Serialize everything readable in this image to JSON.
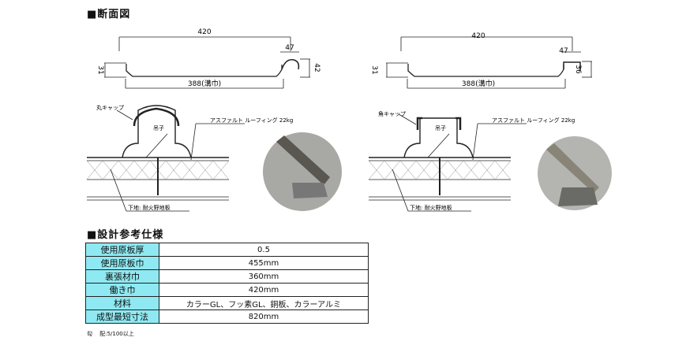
{
  "sections": {
    "section_title": "■断面図",
    "spec_title": "■設計参考仕様"
  },
  "left_diagram": {
    "width_total": "420",
    "cap_width": "47",
    "height_left": "31",
    "height_right": "42",
    "groove_width": "388(溝巾)",
    "cap_label": "丸キャップ",
    "hanger_label": "吊子",
    "roofing_label": "アスファルト ルーフィング 22kg",
    "base_label": "下地: 耐火野地板"
  },
  "right_diagram": {
    "width_total": "420",
    "cap_width": "47",
    "height_left": "31",
    "height_right": "36",
    "groove_width": "388(溝巾)",
    "cap_label": "角キャップ",
    "hanger_label": "吊子",
    "roofing_label": "アスファルト ルーフィング 22kg",
    "base_label": "下地: 耐火野地板"
  },
  "spec_table": [
    {
      "label": "使用原板厚",
      "value": "0.5"
    },
    {
      "label": "使用原板巾",
      "value": "455mm"
    },
    {
      "label": "裏張材巾",
      "value": "360mm"
    },
    {
      "label": "働き巾",
      "value": "420mm"
    },
    {
      "label": "材料",
      "value": "カラーGL、フッ素GL、銅板、カラーアルミ"
    },
    {
      "label": "成型最短寸法",
      "value": "820mm"
    }
  ],
  "note": "勾　 配:5/100以上"
}
